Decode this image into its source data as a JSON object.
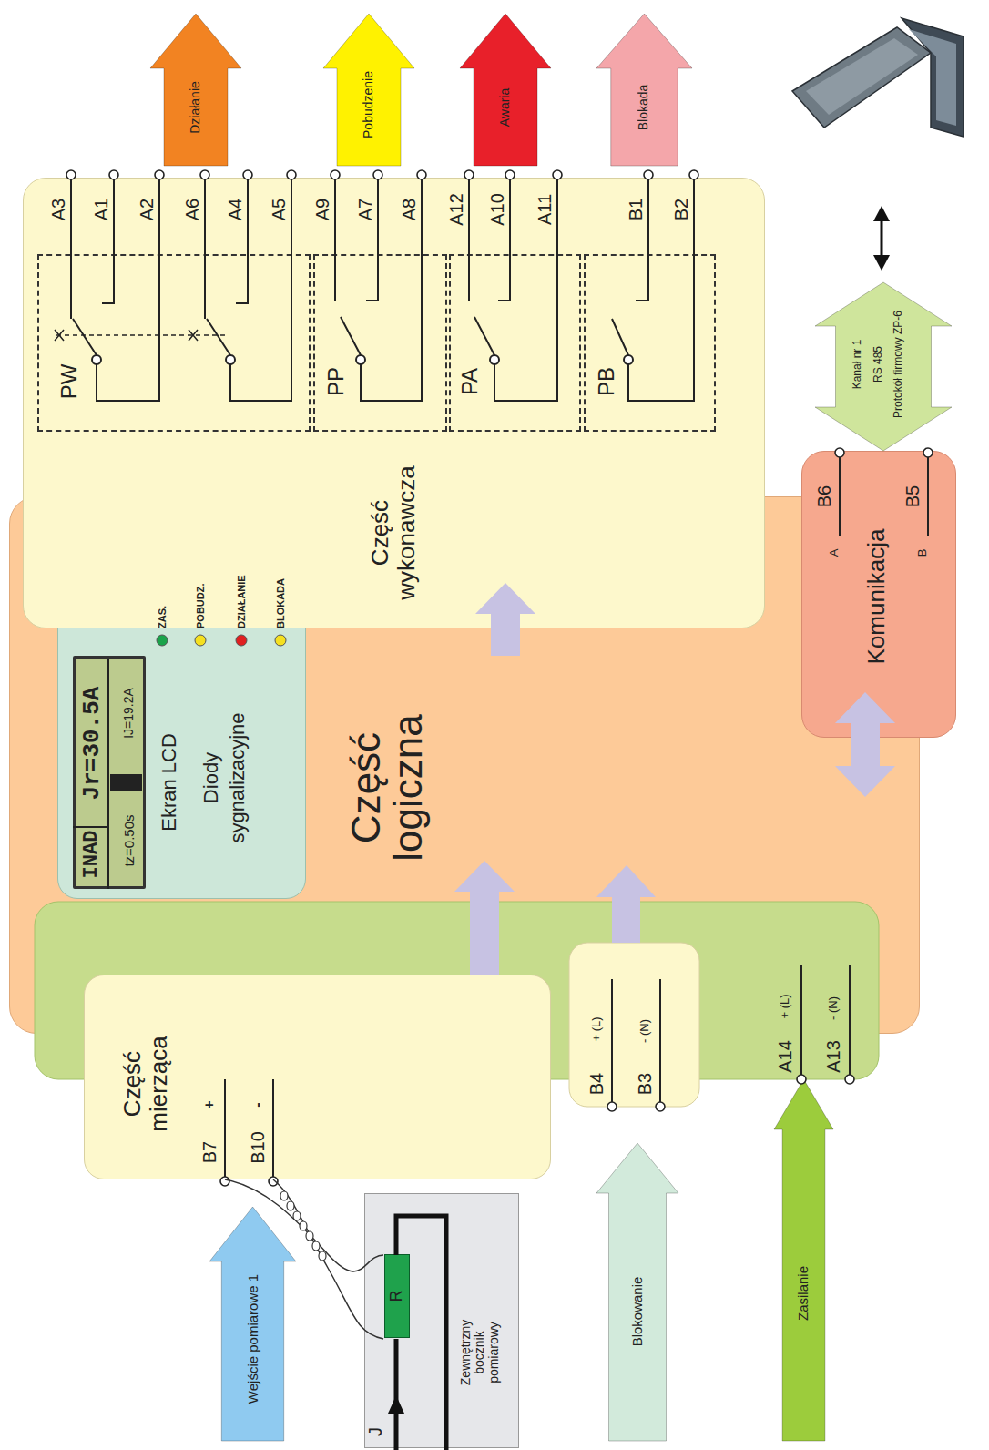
{
  "diagram": {
    "nodes": [
      {
        "text": [
          "Część logiczna"
        ]
      },
      {
        "text": [
          "Część wykonawcza"
        ]
      },
      {
        "text": [
          "PW"
        ],
        "in": 1
      },
      {
        "text": [
          "PP"
        ],
        "in": 1
      },
      {
        "text": [
          "PA"
        ],
        "in": 1
      },
      {
        "text": [
          "PB"
        ],
        "in": 1
      },
      {
        "text": [
          "Ekran LCD",
          "Diody sygnalizacyjne"
        ],
        "in": 0
      },
      {
        "text": [
          "INAD",
          "Jr=30.5A",
          "tz=0.50s",
          "IJ=19.2A"
        ],
        "in": 6
      },
      {
        "text": [
          "Komunikacja"
        ]
      },
      {
        "text": [
          "Część mierząca"
        ]
      },
      {
        "text": [
          "Działanie"
        ]
      },
      {
        "text": [
          "Pobudzenie"
        ]
      },
      {
        "text": [
          "Awaria"
        ]
      },
      {
        "text": [
          "Blokada"
        ]
      },
      {
        "text": [
          "Kanał nr 1",
          "RS 485",
          "Protokół firmowy ZP-6"
        ]
      },
      {
        "text": [
          "Wejście pomiarowe 1"
        ]
      },
      {
        "text": [
          "Blokowanie"
        ]
      },
      {
        "text": [
          "Zasilanie"
        ]
      },
      {
        "text": [
          "Zewnętrzny bocznik pomiarowy"
        ]
      },
      {
        "text": [
          "R"
        ],
        "in": 18
      }
    ],
    "edges": [
      {
        "from": 9,
        "to": 0,
        "arrow": "to"
      },
      {
        "from": 0,
        "to": 1,
        "arrow": "to"
      },
      {
        "from": 8,
        "to": 0,
        "arrow": "both"
      },
      {
        "from": 9,
        "to": 19,
        "arrow": "none"
      }
    ],
    "labels": [
      "A3",
      "A1",
      "A2",
      "A6",
      "A4",
      "A5",
      "A9",
      "A7",
      "A8",
      "A12",
      "A10",
      "A11",
      "B1",
      "B2",
      "ZAS.",
      "POBUDZ.",
      "DZIAŁANIE",
      "BLOKADA",
      "B6",
      "A",
      "B5",
      "B",
      "B7",
      "+",
      "B10",
      "-",
      "B4",
      "+ (L)",
      "B3",
      "- (N)",
      "A14",
      "+ (L)",
      "A13",
      "- (N)",
      "J"
    ]
  }
}
